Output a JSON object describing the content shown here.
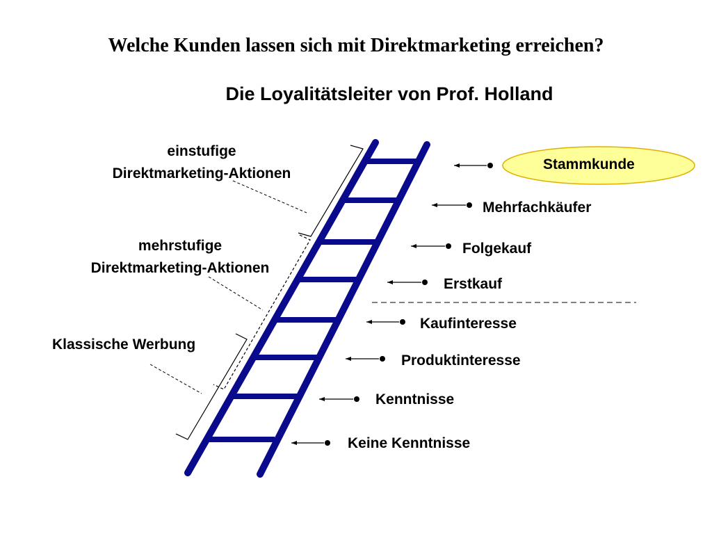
{
  "title": "Welche Kunden lassen sich mit Direktmarketing erreichen?",
  "subtitle": "Die Loyalitätsleiter von Prof. Holland",
  "left_groups": {
    "einstufig": {
      "line1": "einstufige",
      "line2": "Direktmarketing-Aktionen"
    },
    "mehrstufig": {
      "line1": "mehrstufige",
      "line2": "Direktmarketing-Aktionen"
    },
    "klassisch": {
      "line1": "Klassische Werbung"
    }
  },
  "rungs": [
    "Stammkunde",
    "Mehrfachkäufer",
    "Folgekauf",
    "Erstkauf",
    "Kaufinteresse",
    "Produktinteresse",
    "Kenntnisse",
    "Keine Kenntnisse"
  ],
  "colors": {
    "ladder": "#0a0a8c",
    "highlight_fill": "#ffff99",
    "highlight_stroke": "#e0b000"
  }
}
